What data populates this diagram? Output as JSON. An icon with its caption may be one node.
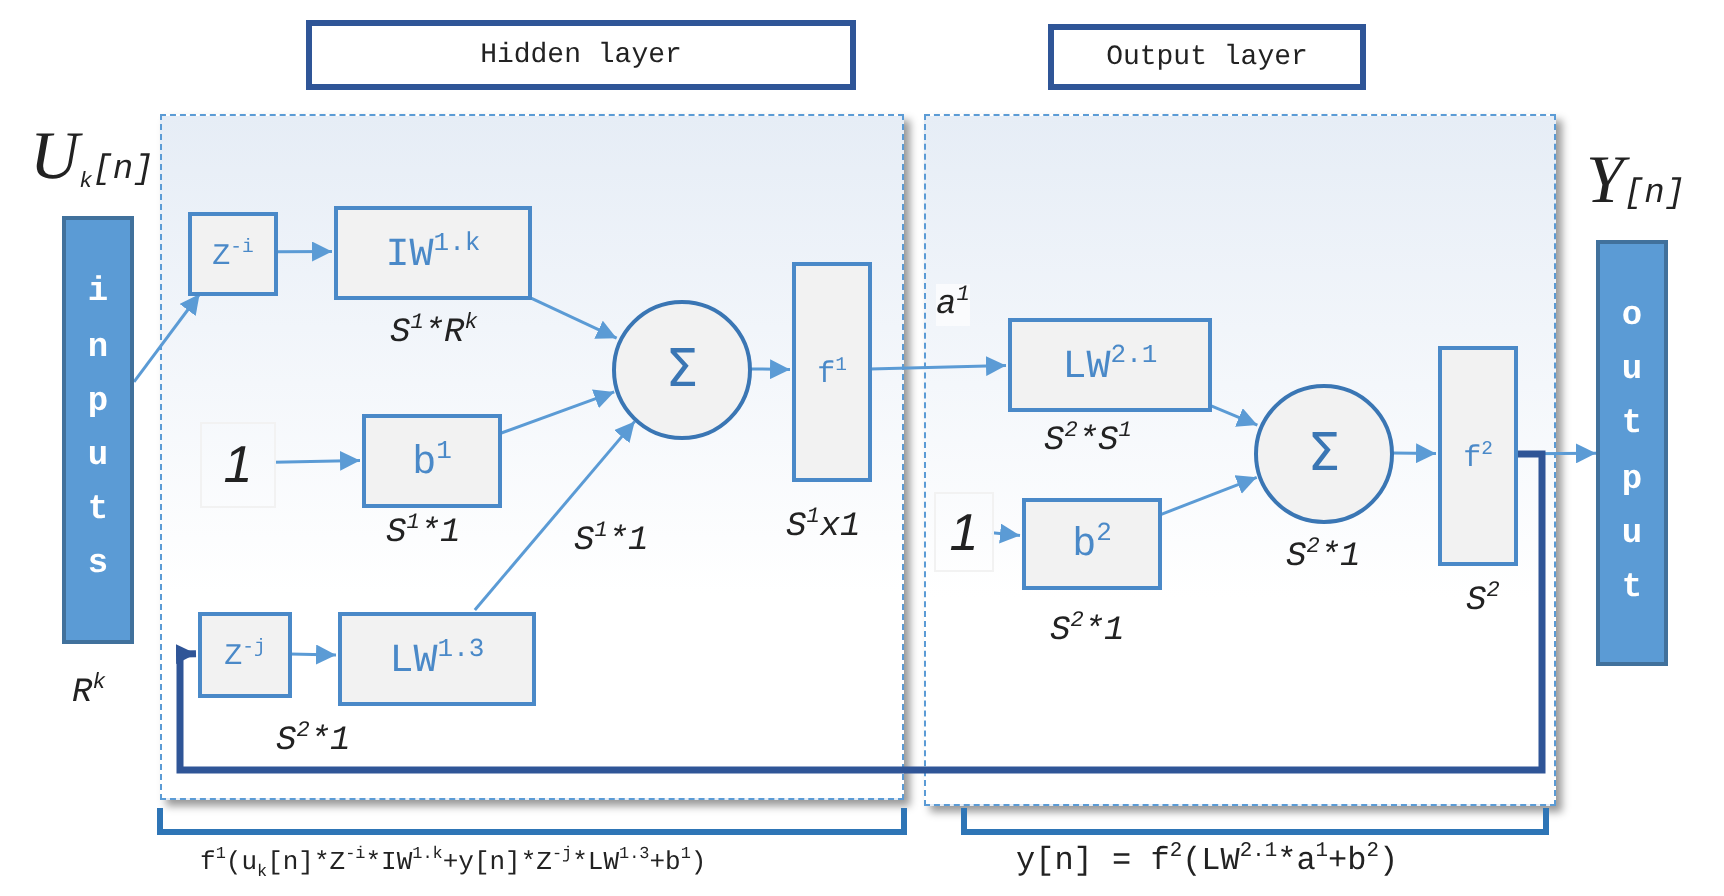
{
  "diagram": {
    "nodes": [
      {
        "text": [
          "Hidden layer"
        ]
      },
      {
        "text": [
          "Output layer"
        ]
      },
      {
        "text": [],
        "shape": "box"
      },
      {
        "text": [],
        "shape": "box"
      },
      {
        "text": [
          "inputs"
        ],
        "beside": [
          "*U*$_{k}$[n]",
          "R$^{k}$"
        ]
      },
      {
        "text": [
          "Z$^{-i}$"
        ],
        "in": 2
      },
      {
        "text": [
          "IW$^{1.k}$"
        ],
        "in": 2,
        "beside": [
          "S$^{1}$*R$^{k}$"
        ]
      },
      {
        "text": [
          "1"
        ],
        "in": 2
      },
      {
        "text": [
          "b$^{1}$"
        ],
        "in": 2,
        "beside": [
          "S$^{1}$*1"
        ]
      },
      {
        "text": [
          "Z$^{-j}$"
        ],
        "in": 2
      },
      {
        "text": [
          "LW$^{1.3}$"
        ],
        "in": 2,
        "beside": [
          "S$^{2}$*1"
        ]
      },
      {
        "text": [
          "Σ"
        ],
        "in": 2,
        "beside": [
          "S$^{1}$*1"
        ]
      },
      {
        "text": [
          "f$^{1}$"
        ],
        "in": 2,
        "beside": [
          "S$^{1}$x1"
        ]
      },
      {
        "text": [
          "LW$^{2.1}$"
        ],
        "in": 3,
        "beside": [
          "S$^{2}$*S$^{1}$"
        ]
      },
      {
        "text": [
          "1"
        ],
        "in": 3
      },
      {
        "text": [
          "b$^{2}$"
        ],
        "in": 3,
        "beside": [
          "S$^{2}$*1"
        ]
      },
      {
        "text": [
          "Σ"
        ],
        "in": 3,
        "beside": [
          "S$^{2}$*1"
        ]
      },
      {
        "text": [
          "f$^{2}$"
        ],
        "in": 3,
        "beside": [
          "S$^{2}$"
        ]
      },
      {
        "text": [
          "output"
        ],
        "beside": [
          "*Y*[n]"
        ]
      }
    ],
    "edges": [
      {
        "from": 4,
        "to": 5,
        "arrow": "to"
      },
      {
        "from": 5,
        "to": 6,
        "arrow": "to"
      },
      {
        "from": 6,
        "to": 11,
        "arrow": "to"
      },
      {
        "from": 7,
        "to": 8,
        "arrow": "to"
      },
      {
        "from": 8,
        "to": 11,
        "arrow": "to"
      },
      {
        "from": 9,
        "to": 10,
        "arrow": "to"
      },
      {
        "from": 10,
        "to": 11,
        "arrow": "to"
      },
      {
        "from": 11,
        "to": 12,
        "arrow": "to"
      },
      {
        "from": 12,
        "to": 13,
        "arrow": "to",
        "label": "a$^{1}$"
      },
      {
        "from": 13,
        "to": 16,
        "arrow": "to"
      },
      {
        "from": 14,
        "to": 15,
        "arrow": "to"
      },
      {
        "from": 15,
        "to": 16,
        "arrow": "to"
      },
      {
        "from": 16,
        "to": 17,
        "arrow": "to"
      },
      {
        "from": 17,
        "to": 18,
        "arrow": "to"
      },
      {
        "from": 17,
        "to": 9,
        "arrow": "to",
        "style": "thick",
        "color": "#2f5597"
      }
    ],
    "labels": [
      "f$^{1}$(u$_{k}$[n]*Z$^{-i}$*IW$^{1.k}$+y[n]*Z$^{-j}$*LW$^{1.3}$+b$^{1}$)",
      "y[n] = f$^{2}$(LW$^{2.1}$*a$^{1}$+b$^{2}$)"
    ]
  }
}
